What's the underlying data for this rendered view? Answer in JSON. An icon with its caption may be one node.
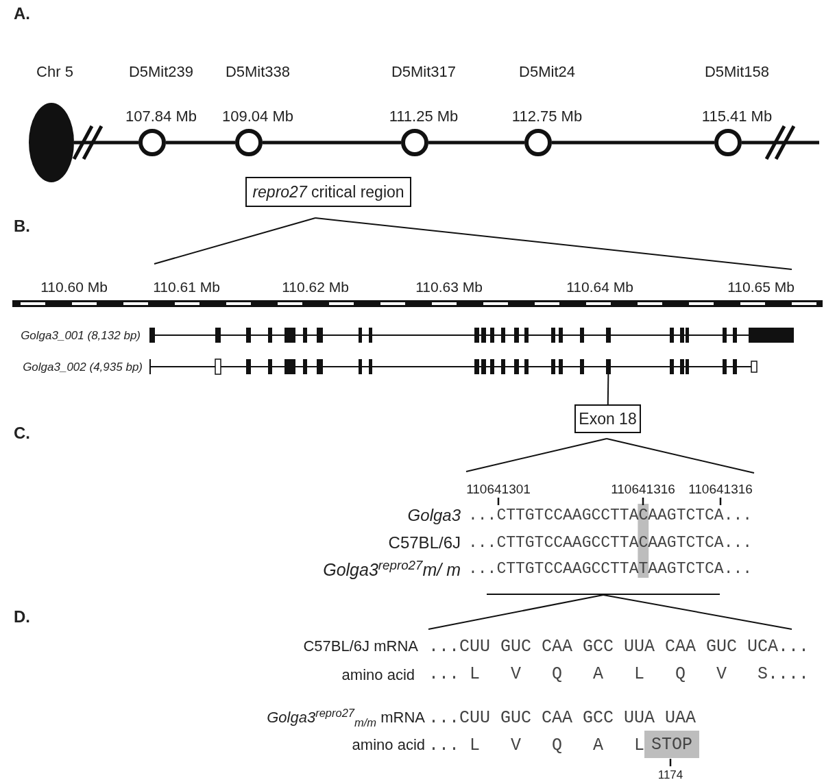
{
  "diagram": {
    "nodes": [
      {
        "text": [],
        "shape": "ellipse",
        "beside": [
          "Chr 5"
        ]
      },
      {
        "text": [],
        "shape": "circle",
        "beside": [
          "D5Mit239",
          "107.84 Mb"
        ]
      },
      {
        "text": [],
        "shape": "circle",
        "beside": [
          "D5Mit338",
          "109.04 Mb"
        ]
      },
      {
        "text": [],
        "shape": "circle",
        "beside": [
          "D5Mit317",
          "111.25 Mb"
        ]
      },
      {
        "text": [],
        "shape": "circle",
        "beside": [
          "D5Mit24",
          "112.75 Mb"
        ]
      },
      {
        "text": [],
        "shape": "circle",
        "beside": [
          "D5Mit158",
          "115.41 Mb"
        ]
      },
      {
        "text": [
          "*repro27* critical region"
        ]
      },
      {
        "text": [
          "Exon 18"
        ]
      },
      {
        "text": [],
        "shape": "bar"
      },
      {
        "text": [
          "STOP"
        ],
        "beside": [
          "1174"
        ]
      }
    ],
    "edges": [
      {
        "from": 0,
        "to": 1,
        "arrow": "none"
      },
      {
        "from": 1,
        "to": 2,
        "arrow": "none"
      },
      {
        "from": 2,
        "to": 3,
        "arrow": "none"
      },
      {
        "from": 3,
        "to": 4,
        "arrow": "none"
      },
      {
        "from": 4,
        "to": 5,
        "arrow": "none"
      },
      {
        "from": 5,
        "to": null,
        "arrow": "none"
      },
      {
        "from": 7,
        "to": 8,
        "arrow": "none"
      }
    ],
    "labels": [
      "A.",
      "B.",
      "110.60 Mb",
      "110.61 Mb",
      "110.62 Mb",
      "110.63 Mb",
      "110.64 Mb",
      "110.65 Mb",
      "Golga3_001 (8,132 bp)",
      "Golga3_002 (4,935 bp)",
      "C.",
      "110641301",
      "110641316",
      "110641316",
      "Golga3",
      "...CTTGTCCAAGCCTTACAAGTCTCA...",
      "C57BL/6J",
      "...CTTGTCCAAGCCTTACAAGTCTCA...",
      "Golga3$^{repro27}$m/ m",
      "...CTTGTCCAAGCCTTATAAGTCTCA...",
      "D.",
      "C57BL/6J mRNA",
      "...CUU GUC CAA GCC UUA CAA GUC UCA...",
      "amino acid",
      "... L V Q A L Q V S....",
      "*Golga3*$^{repro27}$$_{m/m}$ mRNA",
      "...CUU GUC CAA GCC UUA UAA",
      "amino acid",
      "... L V Q A L"
    ]
  }
}
